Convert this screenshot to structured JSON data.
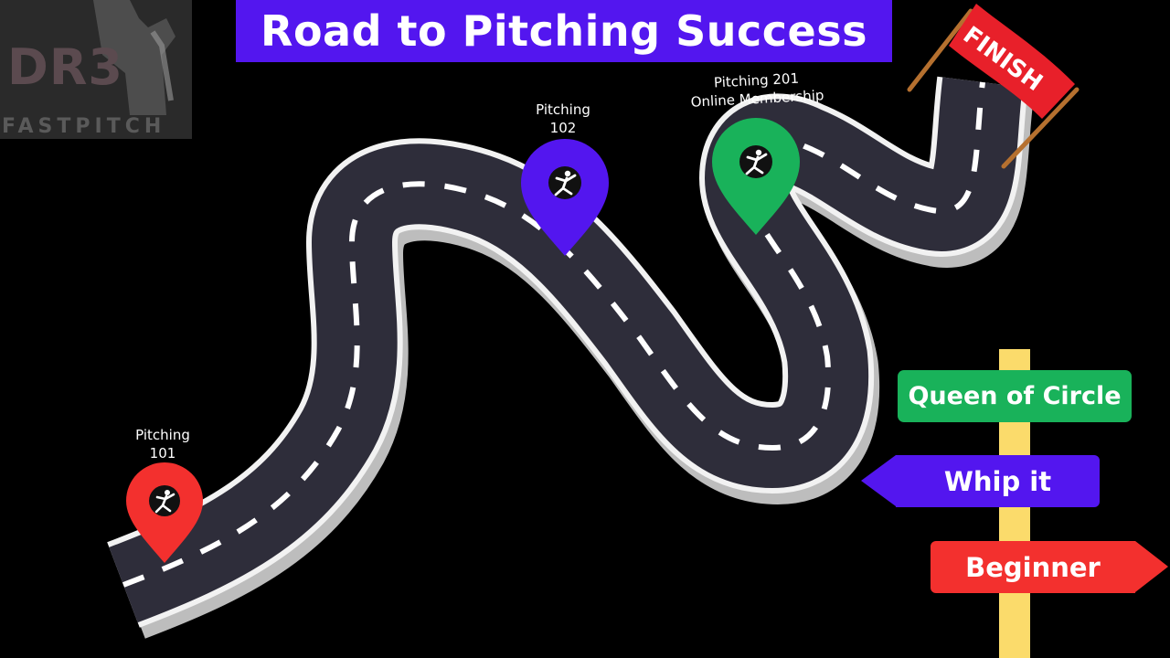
{
  "title": "Road to Pitching Success",
  "logo": {
    "mark": "DR3",
    "subtitle": "FASTPITCH"
  },
  "finish_banner": "FINISH",
  "milestones": [
    {
      "label_line1": "Pitching",
      "label_line2": "101",
      "color": "#f3302e",
      "icon": "pitcher-icon"
    },
    {
      "label_line1": "Pitching",
      "label_line2": "102",
      "color": "#5316ef",
      "icon": "pitcher-icon"
    },
    {
      "label_line1": "Pitching 201",
      "label_line2": "Online Membership",
      "color": "#19b25a",
      "icon": "pitcher-icon"
    }
  ],
  "signpost": {
    "queen": "Queen of Circle",
    "whip": "Whip it",
    "beginner": "Beginner"
  },
  "colors": {
    "background": "#000000",
    "title_banner": "#5316ef",
    "road": "#2e2d3a",
    "road_edge": "#f2f2f2",
    "finish_banner": "#e8202a",
    "post": "#fbdb6b"
  }
}
